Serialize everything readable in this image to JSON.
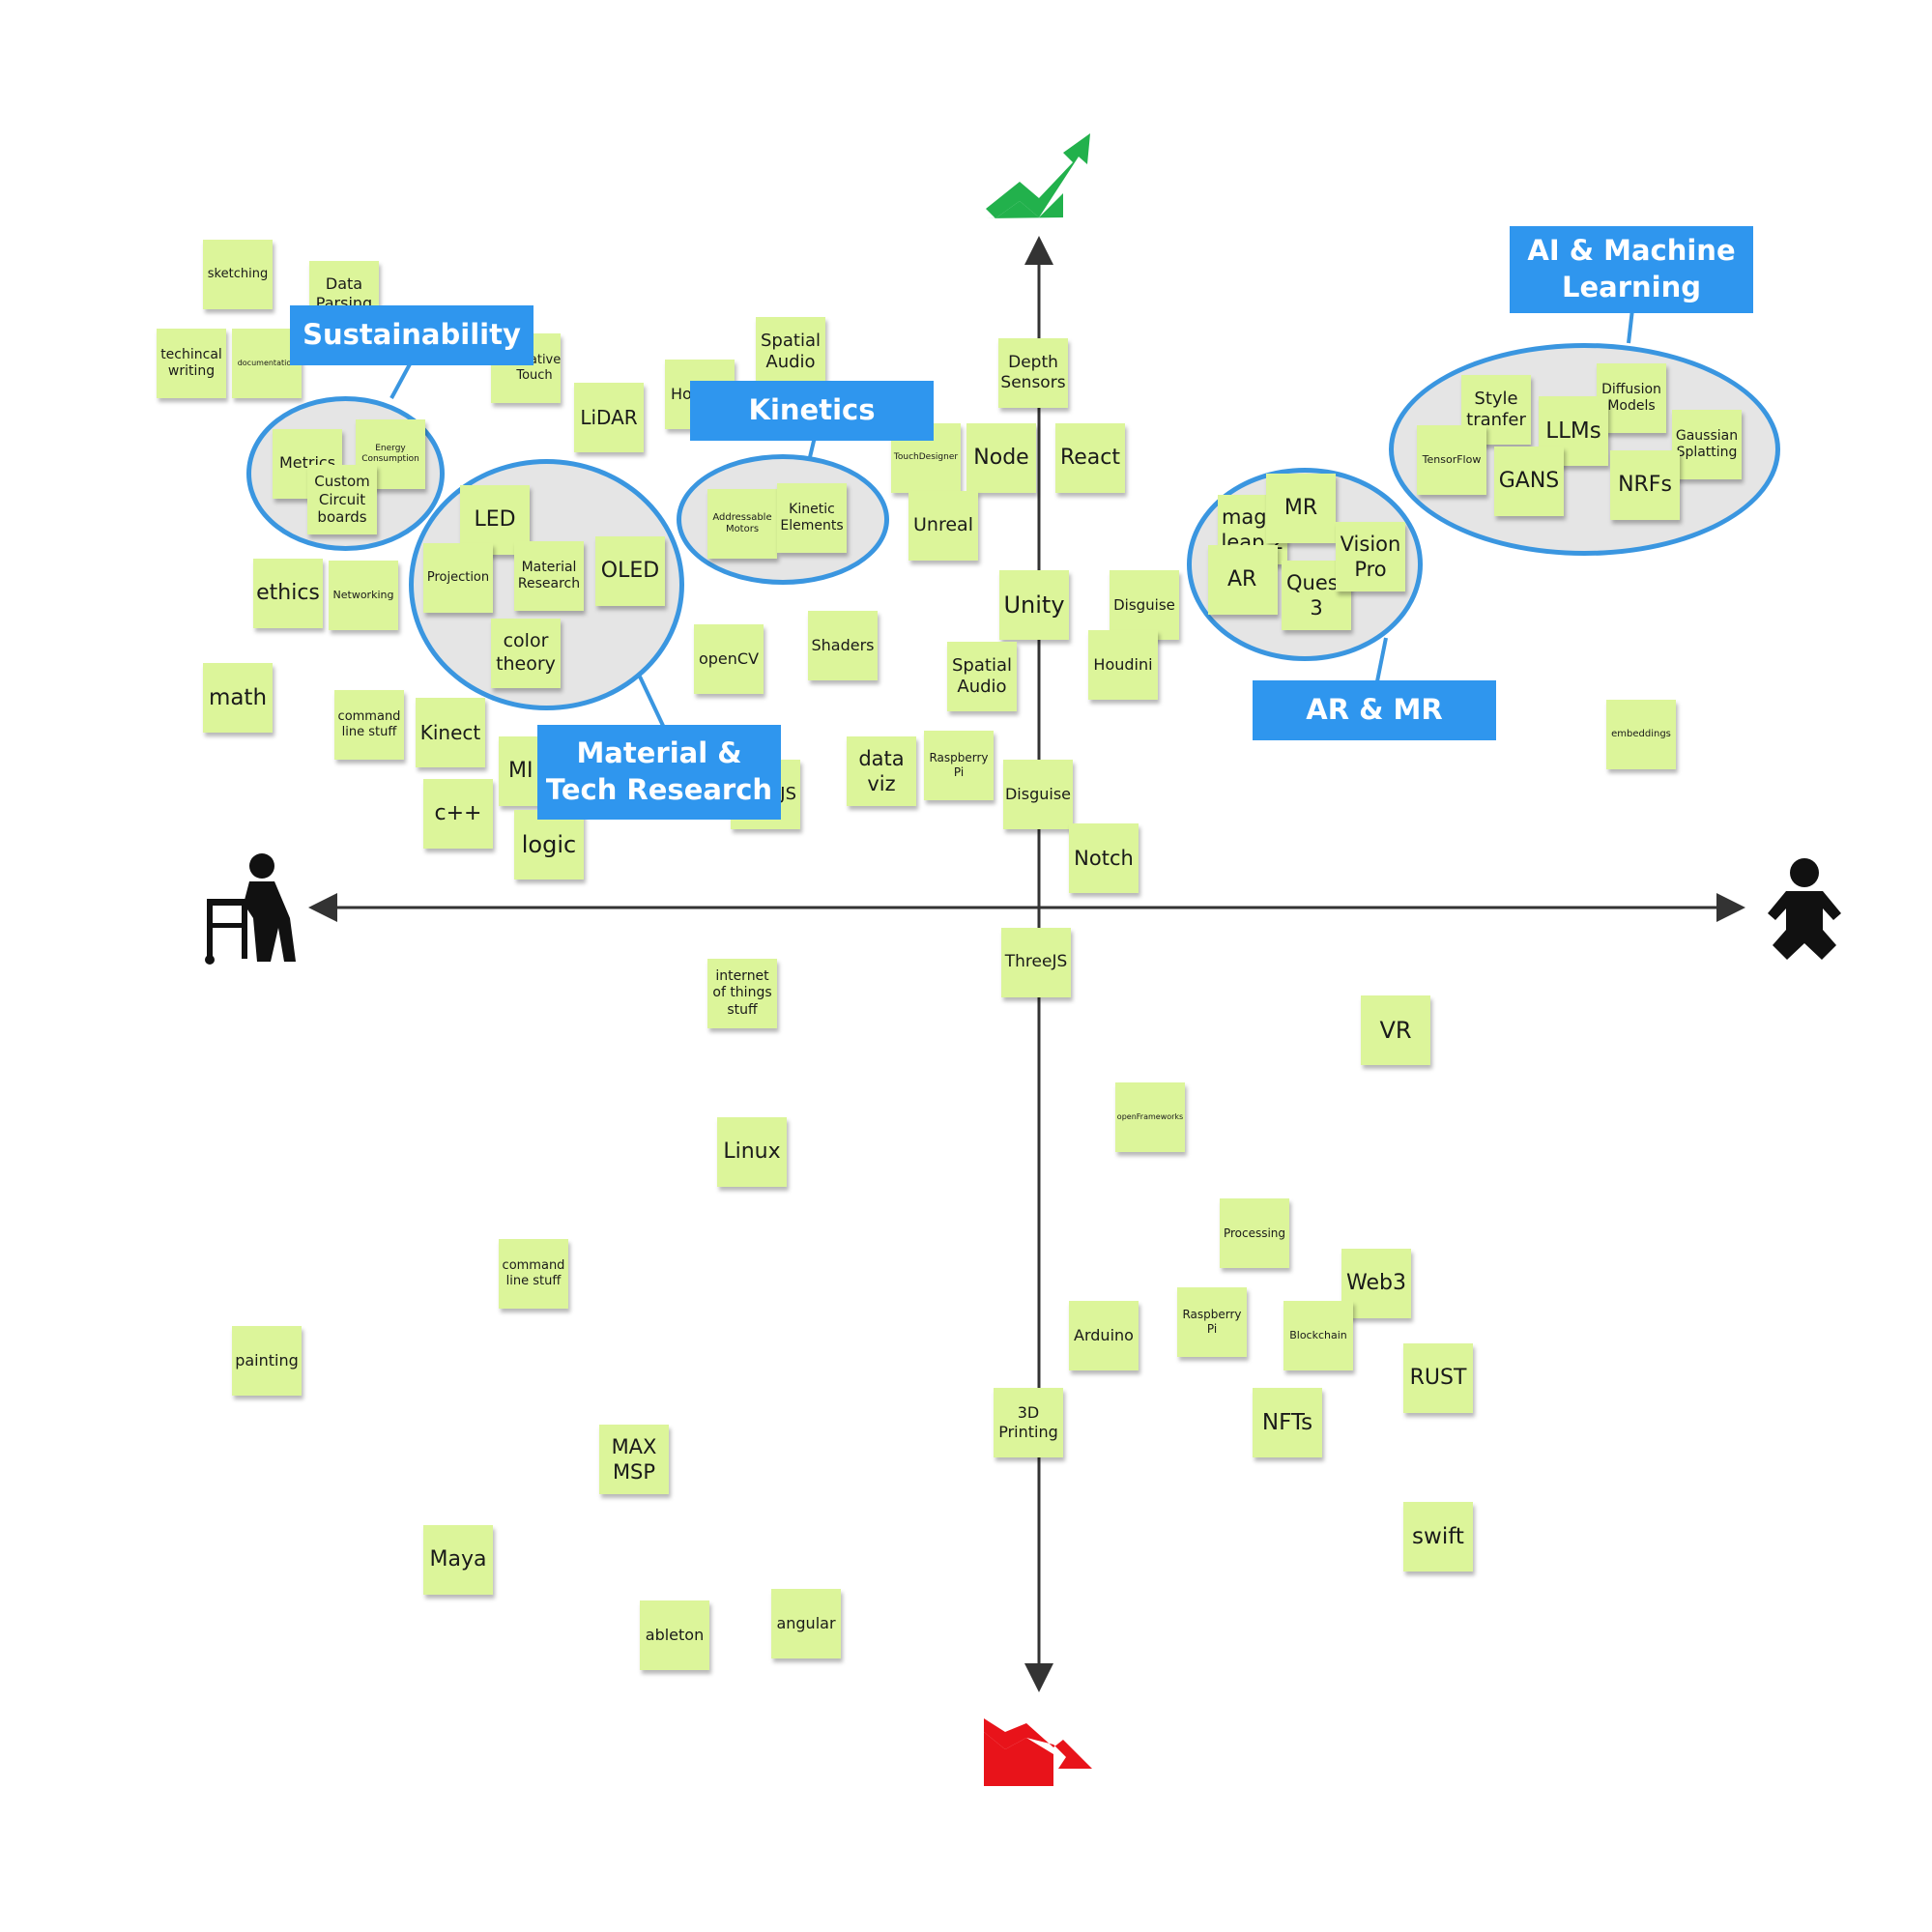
{
  "cluster_labels": {
    "sustainability": "Sustainability",
    "kinetics": "Kinetics",
    "material_tech": "Material & Tech Research",
    "ai_ml": "AI & Machine Learning",
    "ar_mr": "AR & MR"
  },
  "notes": {
    "sketching": "sketching",
    "data_parsing": "Data Parsing",
    "techincal_writing": "techincal writing",
    "documentation": "documentation",
    "metrics": "Metrics",
    "energy_consumption": "Energy Consumption",
    "custom_circuit_boards": "Custom Circuit boards",
    "creative_touch": "Creative Touch",
    "lidar": "LiDAR",
    "houdini_top": "Ho",
    "spatial_audio_top": "Spatial Audio",
    "depth_sensors": "Depth Sensors",
    "addressable_motors": "Addressable Motors",
    "kinetic_elements": "Kinetic Elements",
    "touchdesigner": "TouchDesigner",
    "node": "Node",
    "react": "React",
    "unreal": "Unreal",
    "led": "LED",
    "projection": "Projection",
    "material_research": "Material Research",
    "oled": "OLED",
    "color_theory": "color theory",
    "ethics": "ethics",
    "networking": "Networking",
    "math": "math",
    "command_line_top": "command line stuff",
    "kinect": "Kinect",
    "mi": "MI",
    "js": "JS",
    "cpp": "c++",
    "logic": "logic",
    "opencv": "openCV",
    "shaders": "Shaders",
    "data_viz": "data viz",
    "raspberry_pi_top": "Raspberry Pi",
    "unity": "Unity",
    "disguise_top": "Disguise",
    "spatial_audio_mid": "Spatial Audio",
    "houdini": "Houdini",
    "disguise_mid": "Disguise",
    "notch": "Notch",
    "magic_leap": "magic leap 2",
    "mr": "MR",
    "ar": "AR",
    "quest": "Quest 3",
    "vision_pro": "Vision Pro",
    "style_transfer": "Style tranfer",
    "diffusion_models": "Diffusion Models",
    "tensorflow": "TensorFlow",
    "llms": "LLMs",
    "gaussian_splatting": "Gaussian Splatting",
    "gans": "GANS",
    "nrfs": "NRFs",
    "embeddings": "embeddings",
    "threejs": "ThreeJS",
    "iot": "internet of things stuff",
    "vr": "VR",
    "openframeworks": "openFrameworks",
    "linux": "Linux",
    "processing": "Processing",
    "command_line_low": "command line stuff",
    "web3": "Web3",
    "raspberry_pi_low": "Raspberry Pi",
    "arduino": "Arduino",
    "blockchain": "Blockchain",
    "painting": "painting",
    "rust": "RUST",
    "printing_3d": "3D Printing",
    "nfts": "NFTs",
    "max_msp": "MAX MSP",
    "maya": "Maya",
    "swift": "swift",
    "ableton": "ableton",
    "angular": "angular"
  },
  "icons": {
    "top": "trending-up-icon",
    "bottom": "trending-down-icon",
    "left": "elderly-walker-icon",
    "right": "baby-icon"
  },
  "colors": {
    "note": "#dcf59a",
    "cluster_border": "#3a96e0",
    "label_bg": "#2f96ee",
    "trend_up": "#22b14c",
    "trend_down": "#e8131a",
    "axis": "#333333"
  }
}
